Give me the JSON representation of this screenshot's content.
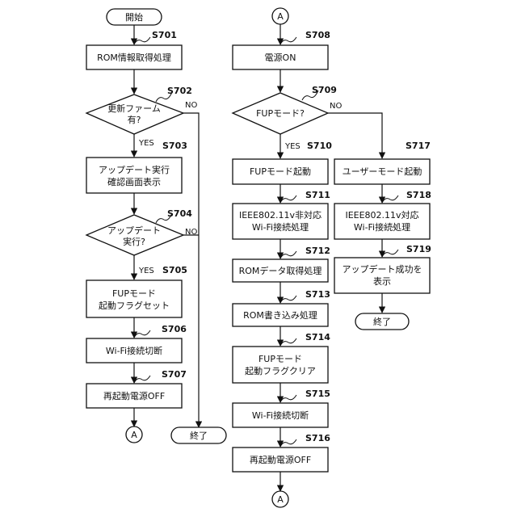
{
  "left_column": {
    "start": "開始",
    "s701": {
      "step": "S701",
      "label": "ROM情報取得処理"
    },
    "s702": {
      "step": "S702",
      "line1": "更新ファーム",
      "line2": "有?",
      "yes": "YES",
      "no": "NO"
    },
    "s703": {
      "step": "S703",
      "line1": "アップデート実行",
      "line2": "確認画面表示"
    },
    "s704": {
      "step": "S704",
      "line1": "アップデート",
      "line2": "実行?",
      "yes": "YES",
      "no": "NO"
    },
    "s705": {
      "step": "S705",
      "line1": "FUPモード",
      "line2": "起動フラグセット"
    },
    "s706": {
      "step": "S706",
      "label": "Wi-Fi接続切断"
    },
    "s707": {
      "step": "S707",
      "label": "再起動電源OFF"
    },
    "connector_out": "A",
    "end": "終了"
  },
  "middle_column": {
    "connector_in": "A",
    "s708": {
      "step": "S708",
      "label": "電源ON"
    },
    "s709": {
      "step": "S709",
      "label": "FUPモード?",
      "yes": "YES",
      "no": "NO"
    },
    "s710": {
      "step": "S710",
      "label": "FUPモード起動"
    },
    "s711": {
      "step": "S711",
      "line1": "IEEE802.11v非対応",
      "line2": "Wi-Fi接続処理"
    },
    "s712": {
      "step": "S712",
      "label": "ROMデータ取得処理"
    },
    "s713": {
      "step": "S713",
      "label": "ROM書き込み処理"
    },
    "s714": {
      "step": "S714",
      "line1": "FUPモード",
      "line2": "起動フラグクリア"
    },
    "s715": {
      "step": "S715",
      "label": "Wi-Fi接続切断"
    },
    "s716": {
      "step": "S716",
      "label": "再起動電源OFF"
    },
    "connector_out": "A"
  },
  "right_column": {
    "s717": {
      "step": "S717",
      "label": "ユーザーモード起動"
    },
    "s718": {
      "step": "S718",
      "line1": "IEEE802.11v対応",
      "line2": "Wi-Fi接続処理"
    },
    "s719": {
      "step": "S719",
      "line1": "アップデート成功を",
      "line2": "表示"
    },
    "end": "終了"
  }
}
